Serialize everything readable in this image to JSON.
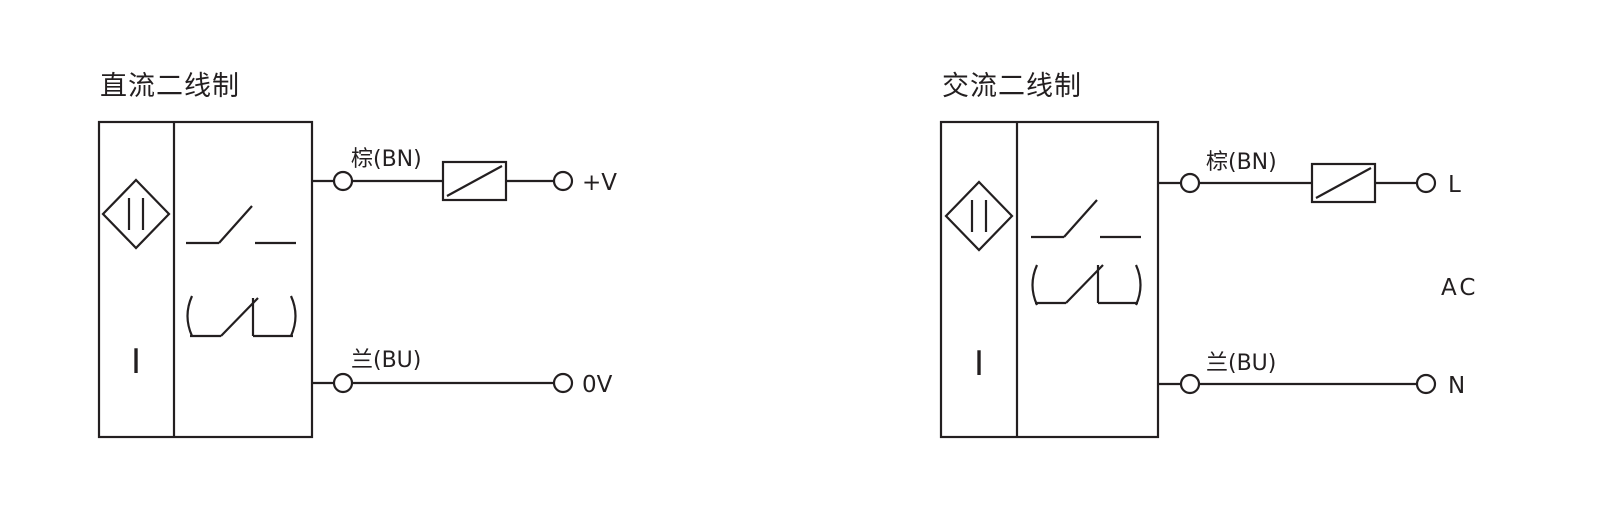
{
  "left_diagram": {
    "title": "直流二线制",
    "sensor_label": "I",
    "top_wire_label": "棕(BN)",
    "bottom_wire_label": "兰(BU)",
    "top_terminal": "+V",
    "bottom_terminal": "0V"
  },
  "right_diagram": {
    "title": "交流二线制",
    "sensor_label": "I",
    "top_wire_label": "棕(BN)",
    "bottom_wire_label": "兰(BU)",
    "top_terminal": "L",
    "bottom_terminal": "N",
    "supply_label": "AC"
  },
  "colors": {
    "line": "#231f20",
    "background": "#ffffff"
  }
}
